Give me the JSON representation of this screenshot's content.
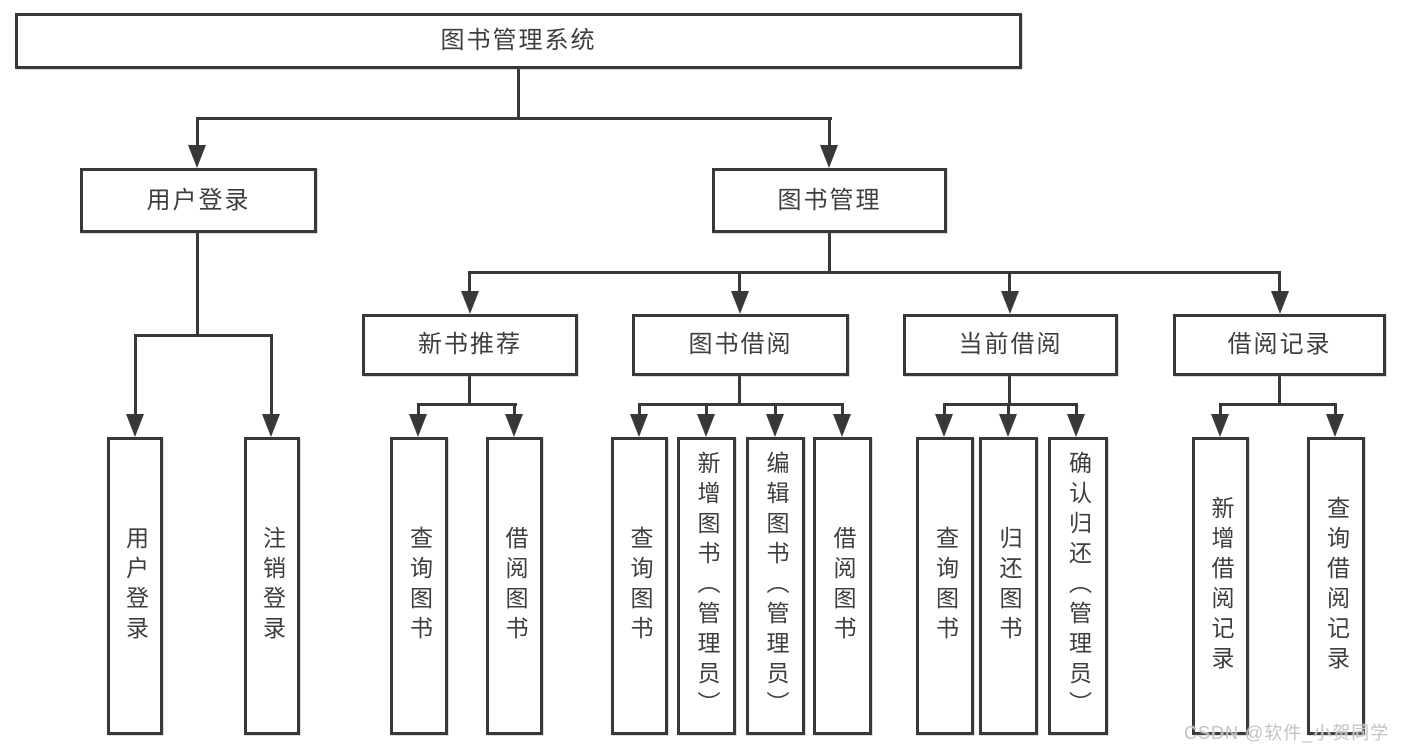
{
  "nodes": {
    "root": "图书管理系统",
    "user_login": "用户登录",
    "book_mgmt": "图书管理",
    "new_books": "新书推荐",
    "book_borrow": "图书借阅",
    "current_borrow": "当前借阅",
    "borrow_records": "借阅记录",
    "leaf_user_login": "用户登录",
    "leaf_logout": "注销登录",
    "leaf_query_books_a": "查询图书",
    "leaf_borrow_books_a": "借阅图书",
    "leaf_query_books_b": "查询图书",
    "leaf_add_book": "新增图书（管理员）",
    "leaf_edit_book": "编辑图书（管理员）",
    "leaf_borrow_books_b": "借阅图书",
    "leaf_query_books_c": "查询图书",
    "leaf_return_book": "归还图书",
    "leaf_confirm_return": "确认归还（管理员）",
    "leaf_add_record": "新增借阅记录",
    "leaf_query_record": "查询借阅记录"
  },
  "watermark": "CSDN @软件_小贺同学",
  "colors": {
    "line": "#383838",
    "text": "#3e3e3e",
    "watermark": "#c3c3c3",
    "background": "#ffffff"
  }
}
